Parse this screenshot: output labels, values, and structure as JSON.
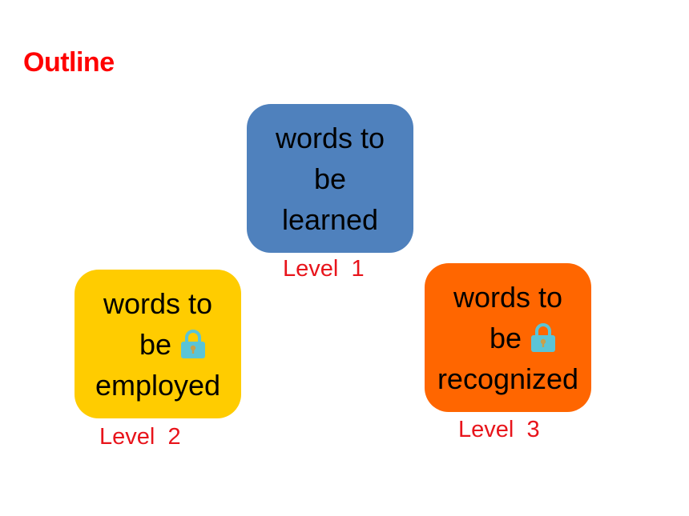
{
  "title": "Outline",
  "colors": {
    "title": "#ff0000",
    "level_label": "#e8141b",
    "learned_box": "#4f81bd",
    "employed_box": "#ffcc00",
    "recognized_box": "#ff6600",
    "lock": "#5bc4d6"
  },
  "nodes": [
    {
      "lines": [
        "words to",
        "be",
        "learned"
      ],
      "level": "Level  1",
      "icon": null
    },
    {
      "lines": [
        "words to",
        "be",
        "employed"
      ],
      "level": "Level  2",
      "icon": "lock-icon"
    },
    {
      "lines": [
        "words to",
        "be",
        "recognized"
      ],
      "level": "Level  3",
      "icon": "lock-icon"
    }
  ]
}
